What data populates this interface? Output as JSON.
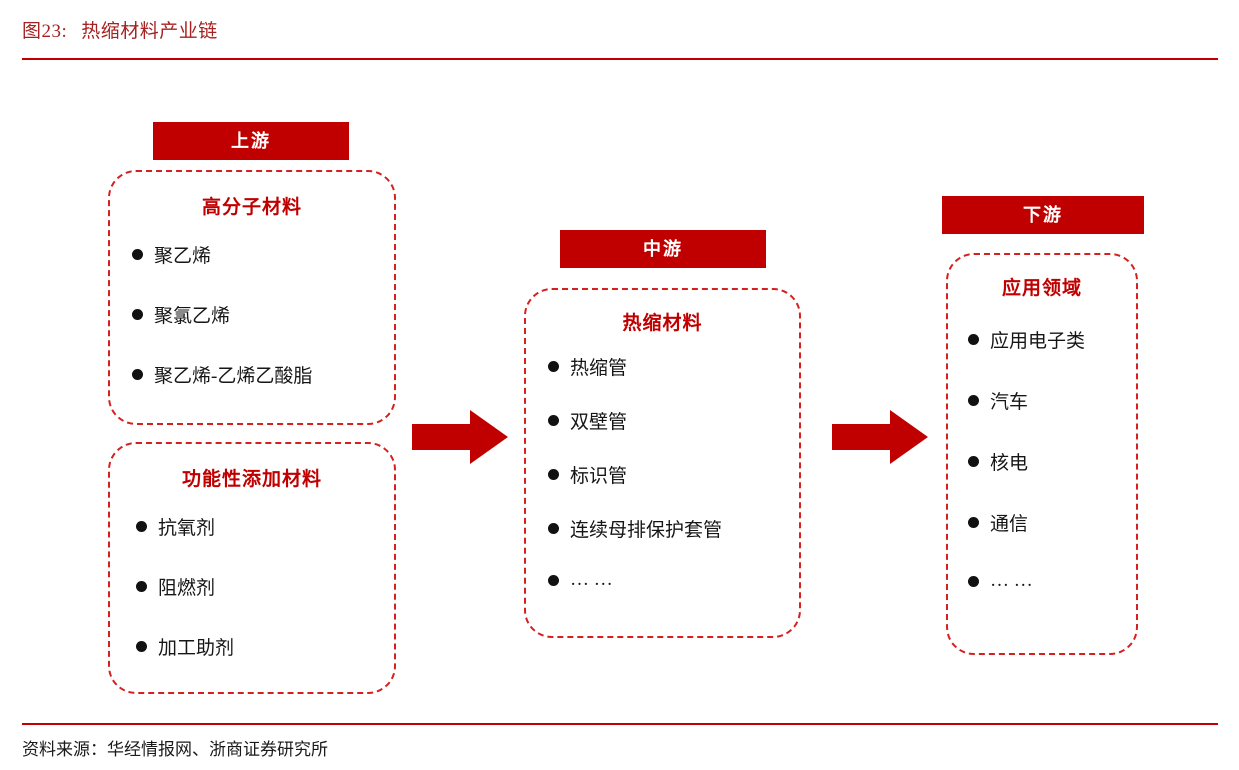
{
  "figure": {
    "number": "图23:",
    "title": "热缩材料产业链",
    "accent_color": "#C00000",
    "title_color": "#A62121"
  },
  "source": {
    "label": "资料来源：华经情报网、浙商证券研究所"
  },
  "diagram": {
    "type": "industry-chain-flow",
    "stages": [
      {
        "header": "上游",
        "groups": [
          {
            "title": "高分子材料",
            "items": [
              "聚乙烯",
              "聚氯乙烯",
              "聚乙烯-乙烯乙酸脂"
            ]
          },
          {
            "title": "功能性添加材料",
            "items": [
              "抗氧剂",
              "阻燃剂",
              "加工助剂"
            ]
          }
        ]
      },
      {
        "header": "中游",
        "groups": [
          {
            "title": "热缩材料",
            "items": [
              "热缩管",
              "双壁管",
              "标识管",
              "连续母排保护套管",
              "… …"
            ]
          }
        ]
      },
      {
        "header": "下游",
        "groups": [
          {
            "title": "应用领域",
            "items": [
              "应用电子类",
              "汽车",
              "核电",
              "通信",
              "… …"
            ]
          }
        ]
      }
    ],
    "arrows": [
      {
        "name": "upstream-to-midstream",
        "direction": "right",
        "color": "#C00000"
      },
      {
        "name": "midstream-to-downstream",
        "direction": "right",
        "color": "#C00000"
      }
    ],
    "box_border_color": "#D62020",
    "bullet_color": "#111111"
  }
}
